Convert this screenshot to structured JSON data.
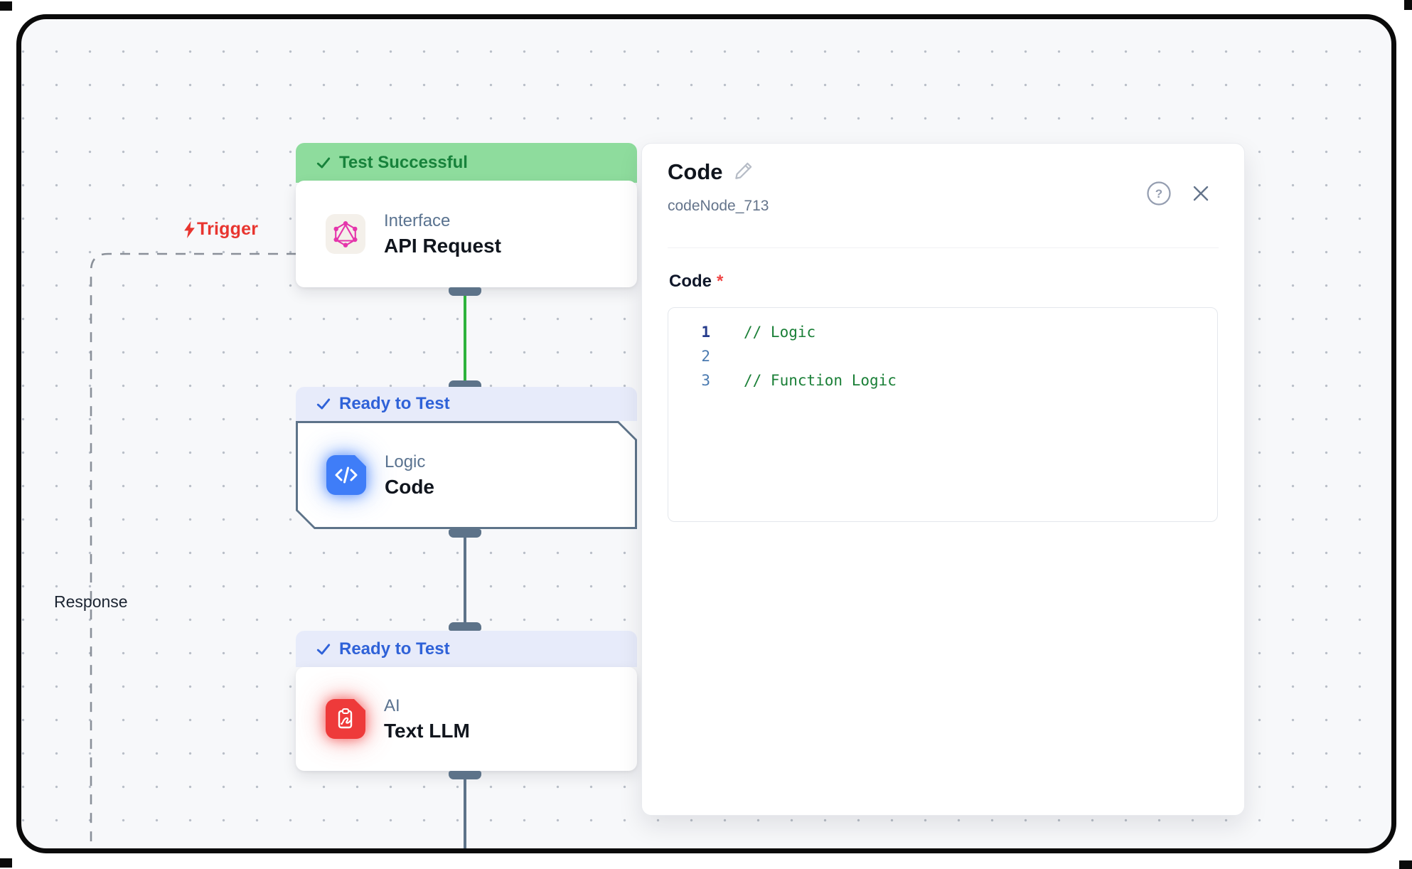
{
  "canvas": {
    "trigger_label": "Trigger",
    "response_label": "Response"
  },
  "nodes": [
    {
      "status_label": "Test Successful",
      "status_type": "success",
      "category": "Interface",
      "title": "API Request",
      "icon": "graphql"
    },
    {
      "status_label": "Ready to Test",
      "status_type": "ready",
      "category": "Logic",
      "title": "Code",
      "icon": "code-brackets",
      "selected": true
    },
    {
      "status_label": "Ready to Test",
      "status_type": "ready",
      "category": "AI",
      "title": "Text LLM",
      "icon": "clipboard-pen"
    }
  ],
  "panel": {
    "title": "Code",
    "node_id": "codeNode_713",
    "field_label": "Code",
    "required_marker": "*",
    "code_editor": {
      "lines": [
        {
          "number": "1",
          "code": "// Logic"
        },
        {
          "number": "2",
          "code": ""
        },
        {
          "number": "3",
          "code": "// Function Logic"
        }
      ]
    }
  },
  "colors": {
    "success_banner_bg": "#8edc9d",
    "success_text": "#17823b",
    "ready_banner_bg": "#e7ebfa",
    "ready_text": "#2f62d8",
    "trigger_red": "#e8352f",
    "connector_green": "#2db33c",
    "connector_slate": "#5d7389",
    "code_icon_blue": "#3f7df8",
    "ai_icon_red": "#ee3a3a",
    "graphql_pink": "#e535ab",
    "comment_green": "#1a7f37",
    "line_number_blue": "#4a7ab0"
  }
}
